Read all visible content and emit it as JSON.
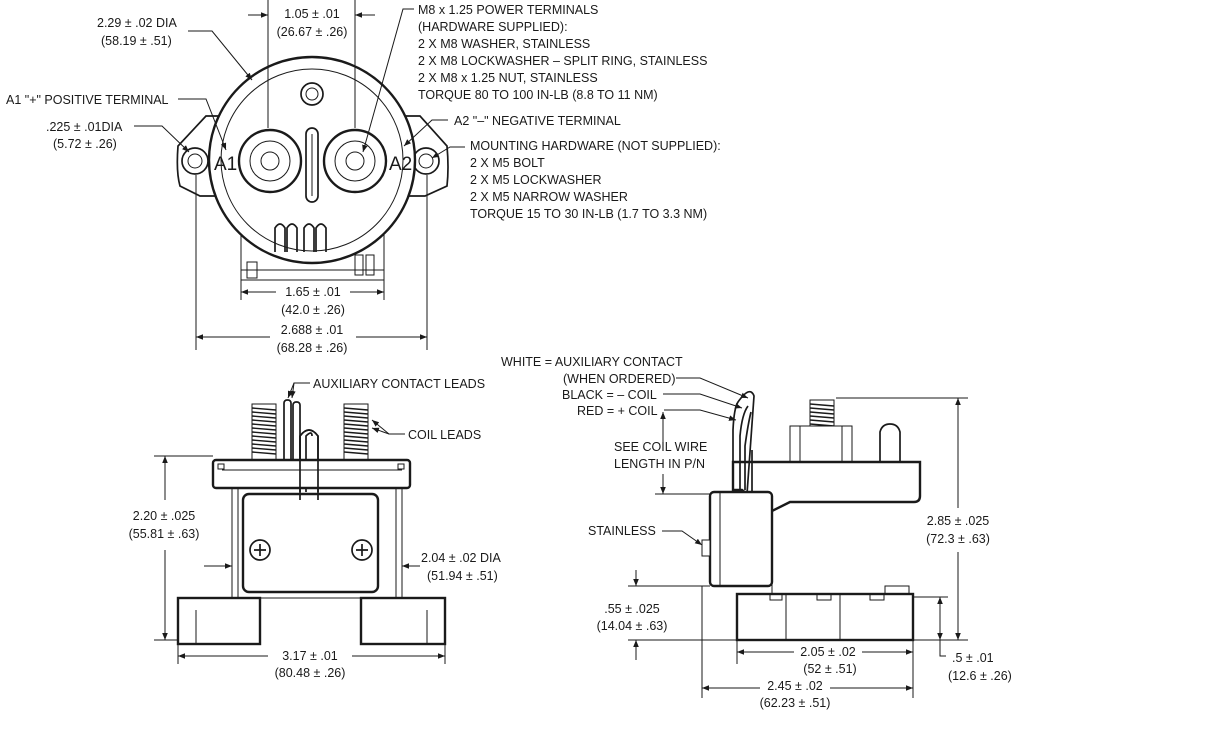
{
  "labels": {
    "dia_outer": "2.29 ± .02 DIA",
    "dia_outer_mm": "(58.19 ± .51)",
    "stud_spacing": "1.05 ± .01",
    "stud_spacing_mm": "(26.67 ± .26)",
    "power_terminals": [
      "M8 x 1.25 POWER TERMINALS",
      "(HARDWARE SUPPLIED):",
      "2 X M8 WASHER, STAINLESS",
      "2 X M8 LOCKWASHER – SPLIT RING, STAINLESS",
      "2 X M8 x 1.25 NUT, STAINLESS",
      "TORQUE 80 TO 100 IN-LB (8.8 TO 11 NM)"
    ],
    "a1_terminal": "A1 \"+\" POSITIVE TERMINAL",
    "a2_terminal": "A2 \"–\" NEGATIVE TERMINAL",
    "hole_dia": ".225 ± .01DIA",
    "hole_dia_mm": "(5.72 ± .26)",
    "mounting_hardware": [
      "MOUNTING HARDWARE (NOT SUPPLIED):",
      "2 X M5 BOLT",
      "2 X M5 LOCKWASHER",
      "2 X M5 NARROW WASHER",
      "TORQUE 15 TO 30 IN-LB (1.7 TO 3.3 NM)"
    ],
    "a1_mark": "A1",
    "a2_mark": "A2",
    "base_width": "1.65 ± .01",
    "base_width_mm": "(42.0 ± .26)",
    "mount_span": "2.688 ± .01",
    "mount_span_mm": "(68.28 ± .26)",
    "aux_leads": "AUXILIARY CONTACT LEADS",
    "coil_leads": "COIL LEADS",
    "height_front": "2.20 ± .025",
    "height_front_mm": "(55.81 ± .63)",
    "body_dia": "2.04 ± .02 DIA",
    "body_dia_mm": "(51.94 ± .51)",
    "front_width": "3.17 ± .01",
    "front_width_mm": "(80.48 ± .26)",
    "wire_white": "WHITE = AUXILIARY CONTACT",
    "wire_white_2": "(WHEN ORDERED)",
    "wire_black": "BLACK = – COIL",
    "wire_red": "RED = + COIL",
    "coil_wire_len": "SEE COIL WIRE",
    "coil_wire_len_2": "LENGTH IN P/N",
    "stainless": "STAINLESS",
    "height_side": "2.85 ± .025",
    "height_side_mm": "(72.3 ± .63)",
    "flange_h": ".55 ± .025",
    "flange_h_mm": "(14.04 ± .63)",
    "base_side": "2.05 ± .02",
    "base_side_mm": "(52 ± .51)",
    "foot_h": ".5 ± .01",
    "foot_h_mm": "(12.6 ± .26)",
    "overall_side": "2.45 ± .02",
    "overall_side_mm": "(62.23 ± .51)"
  },
  "style": {
    "line_color": "#1a1a1a",
    "background": "#ffffff"
  }
}
